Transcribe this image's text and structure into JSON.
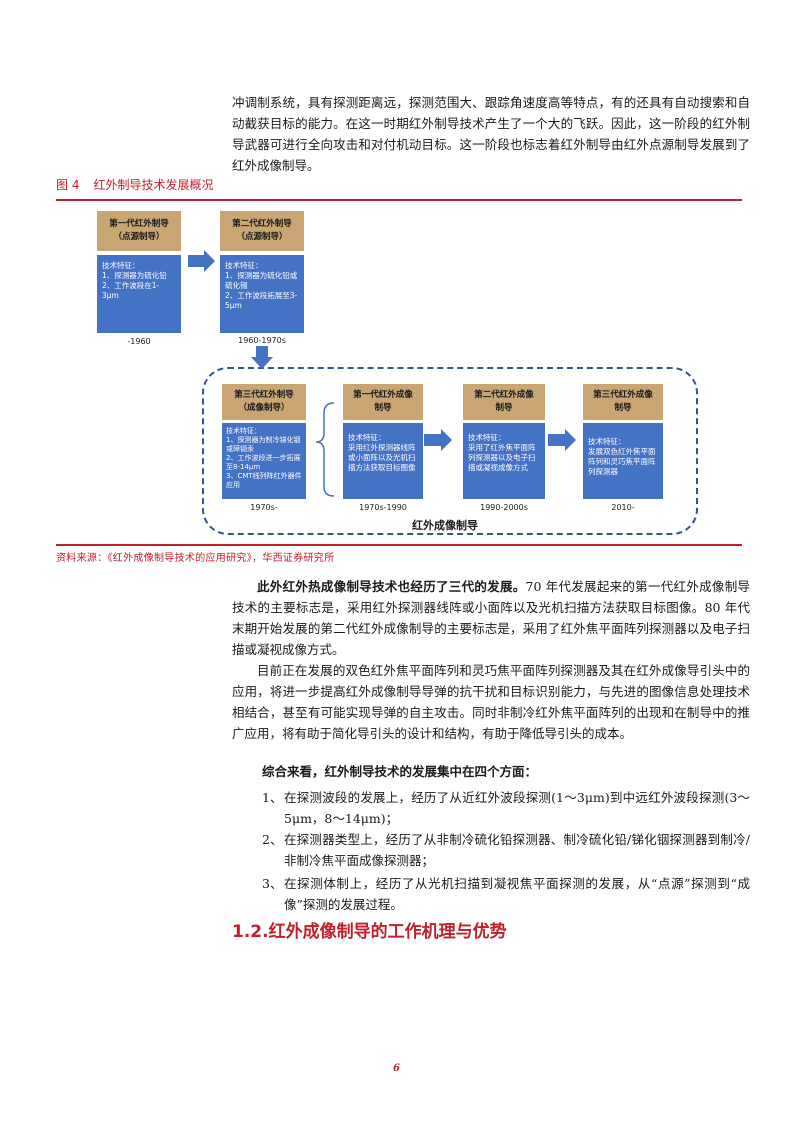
{
  "intro_paragraph": "冲调制系统，具有探测距离远，探测范围大、跟踪角速度高等特点，有的还具有自动搜索和自动截获目标的能力。在这一时期红外制导技术产生了一个大的飞跃。因此，这一阶段的红外制导武器可进行全向攻击和对付机动目标。这一阶段也标志着红外制导由红外点源制导发展到了红外成像制导。",
  "figure": {
    "number": "图 4",
    "title": "红外制导技术发展概况",
    "boxes": [
      {
        "head": "第一代红外制导\n（点源制导）",
        "body": "技术特征：\n1、探测器为硫化铅\n2、工作波段在1-3μm",
        "year": "-1960"
      },
      {
        "head": "第二代红外制导\n（点源制导）",
        "body": "技术特征：\n1、探测器为硫化铅或硫化锡\n2、工作波段拓展至3-5μm",
        "year": "1960-1970s"
      },
      {
        "head": "第三代红外制导\n（成像制导）",
        "body": "技术特征：\n1、探测器为制冷锑化铟或碲镉汞\n2、工作波段进一步拓展至8-14μm\n3、CMT线列阵红外器件应用",
        "year": "1970s-"
      },
      {
        "head": "第一代红外成像\n制导",
        "body": "技术特征：\n采用红外探测器线阵或小面阵以及光机扫描方法获取目标图像",
        "year": "1970s-1990"
      },
      {
        "head": "第二代红外成像\n制导",
        "body": "技术特征：\n采用了红外焦平面阵列探测器以及电子扫描或凝视成像方式",
        "year": "1990-2000s"
      },
      {
        "head": "第三代红外成像\n制导",
        "body": "技术特征：\n发展双色红外焦平面阵列和灵巧焦平面阵列探测器",
        "year": "2010-"
      }
    ],
    "group_label": "红外成像制导",
    "source": "资料来源：《红外成像制导技术的应用研究》，华西证券研究所"
  },
  "para2_lead": "此外红外热成像制导技术也经历了三代的发展。",
  "para2_rest": "70 年代发展起来的第一代红外成像制导技术的主要标志是，采用红外探测器线阵或小面阵以及光机扫描方法获取目标图像。80 年代末期开始发展的第二代红外成像制导的主要标志是，采用了红外焦平面阵列探测器以及电子扫描或凝视成像方式。",
  "para3": "目前正在发展的双色红外焦平面阵列和灵巧焦平面阵列探测器及其在红外成像导引头中的应用，将进一步提高红外成像制导导弹的抗干扰和目标识别能力，与先进的图像信息处理技术相结合，甚至有可能实现导弹的自主攻击。同时非制冷红外焦平面阵列的出现和在制导中的推广应用，将有助于简化导引头的设计和结构，有助于降低导引头的成本。",
  "summary_line": "综合来看，红外制导技术的发展集中在四个方面：",
  "list": [
    {
      "idx": "1、",
      "text": "在探测波段的发展上，经历了从近红外波段探测(1～3μm)到中远红外波段探测(3～5μm，8～14μm)；"
    },
    {
      "idx": "2、",
      "text": "在探测器类型上，经历了从非制冷硫化铅探测器、制冷硫化铅/锑化铟探测器到制冷/非制冷焦平面成像探测器；"
    },
    {
      "idx": "3、",
      "text": "在探测体制上，经历了从光机扫描到凝视焦平面探测的发展，从“点源”探测到“成像”探测的发展过程。"
    }
  ],
  "section_title": "1.2.红外成像制导的工作机理与优势",
  "page_number": "6",
  "colors": {
    "accent_red": "#c0202a",
    "box_blue": "#4472c4",
    "box_tan": "#c9a574",
    "arrow_blue": "#4472c4",
    "dash_blue": "#2f5597"
  }
}
